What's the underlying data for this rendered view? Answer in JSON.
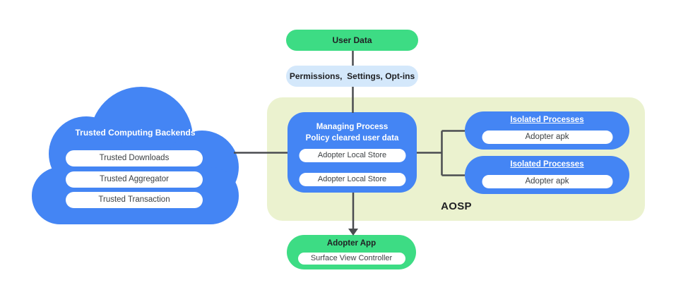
{
  "colors": {
    "blue": "#4485F4",
    "green": "#3DDC84",
    "light_blue": "#D4E8FB",
    "container_bg": "#EBF2CF",
    "connector": "#4A4C50",
    "dark_text": "#202124",
    "pill_text": "#3C4043",
    "white": "#FFFFFF"
  },
  "user_data": {
    "label": "User Data"
  },
  "permissions": {
    "label": "Permissions,  Settings, Opt-ins"
  },
  "cloud": {
    "title": "Trusted Computing Backends",
    "items": [
      "Trusted Downloads",
      "Trusted Aggregator",
      "Trusted Transaction"
    ]
  },
  "aosp": {
    "label": "AOSP",
    "managing_process": {
      "title_line1": "Managing Process",
      "title_line2": "Policy cleared user data",
      "stores": [
        "Adopter Local Store",
        "Adopter Local Store"
      ]
    },
    "isolated_processes": [
      {
        "title": "Isolated Processes",
        "item": "Adopter apk"
      },
      {
        "title": "Isolated Processes",
        "item": "Adopter apk"
      }
    ]
  },
  "adopter_app": {
    "title": "Adopter App",
    "item": "Surface View Controller"
  }
}
